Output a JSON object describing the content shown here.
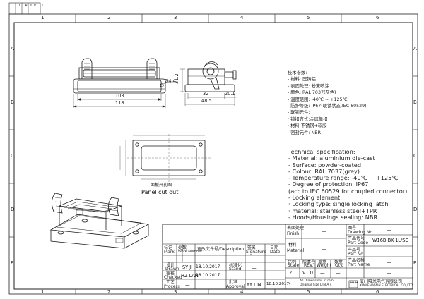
{
  "header_tag": "1.0 Rev 1",
  "zones_top": [
    "1",
    "2",
    "3",
    "4",
    "5",
    "6"
  ],
  "zones_bottom": [
    "1",
    "2",
    "3",
    "4",
    "5",
    "6"
  ],
  "zones_left": [
    "A",
    "B",
    "C",
    "D",
    "E"
  ],
  "zones_right": [
    "A",
    "B",
    "C",
    "D",
    "E"
  ],
  "dimensions": {
    "top_width_inner": "103",
    "top_width_outer": "118",
    "side_height": "31.2",
    "hole_dia": "Ø4.4",
    "side_dim_a": "32",
    "side_dim_b": "20.1",
    "side_dim_c": "48.5"
  },
  "panel_cutout": {
    "label_cn": "面板开孔图",
    "label_en": "Panel cut out"
  },
  "spec_cn": {
    "heading": "技术参数:",
    "lines": [
      "- 材料: 压铸铝",
      "- 表面处理: 粉末喷涂",
      "- 颜色: RAL 7037(灰色)",
      "- 温度范围: -40℃ ~ +125℃",
      "- 防护等级: IP67(联锁状态,IEC 60529)",
      "- 联锁元件:",
      "   · 锁扣方式:金属单扣",
      "   · 材料:不锈钢+软胶",
      "- 密封元件: NBR"
    ]
  },
  "spec_en": {
    "heading": "Technical specification:",
    "lines": [
      "- Material: aluminium die-cast",
      "- Surface: powder-coated",
      "- Colour: RAL 7037(grey)",
      "- Temperature range: -40℃ ~ +125℃",
      "- Degree of protection: IP67",
      "   (acc.to IEC 60529 for coupled connector)",
      "- Locking element:",
      "   · Locking type: single locking latch",
      "   · material: stainless steel+TPR",
      "- Hoods/Housings sealing: NBR"
    ]
  },
  "title_block": {
    "finish_cn": "表面处理",
    "finish_en": "Finish",
    "finish_val": "—",
    "material_cn": "材料",
    "material_en": "Material",
    "material_val": "—",
    "drawing_no_cn": "图号",
    "drawing_no_en": "Drawing No.",
    "drawing_no_val": "—",
    "part_code_cn": "产品代号",
    "part_code_en": "Part Code",
    "part_code_val": "W16B-BK-1L/SC",
    "part_no_cn": "产品号",
    "part_no_en": "Part No.",
    "part_no_val": "—",
    "part_name_cn": "产品名称",
    "part_name_en": "Part Name",
    "part_name_val": "—",
    "scale_cn": "比例",
    "scale_en": "Scale",
    "scale_val": "2:1",
    "rev_cn": "版本号",
    "rev_en": "REV.",
    "rev_val": "V1.0",
    "weight_cn": "重量",
    "weight_en": "Weight",
    "weight_val": "—",
    "qty_cn": "数量",
    "qty_en": "Qty.",
    "qty_val": "—",
    "mark_cn": "标记",
    "mark_en": "Mark",
    "work_no_cn": "处数",
    "work_no_en": "Work Number",
    "change_cn": "更改文件号/Description",
    "sign_cn": "签名",
    "sign_en": "Signature",
    "date_cn": "日期",
    "date_en": "Date",
    "drawn_cn": "设计",
    "drawn_en": "Drawn",
    "drawn_name": "SY JI",
    "drawn_date": "18.10.2017",
    "checked_cn": "审核",
    "checked_en": "Checked",
    "checked_name": "HZ LAN",
    "checked_date": "18.10.2017",
    "process_cn": "工艺",
    "process_en": "Process",
    "process_name": "—",
    "stand_cn": "标准化",
    "stand_en": "Stand",
    "stand_val": "—",
    "approval_cn": "批准",
    "approval_en": "Approval",
    "approval_name": "YY LIN",
    "approval_date": "18.10.2017",
    "units_line1": "All Dimensions in mm",
    "units_line2": "Original Size DIN A 4",
    "company_cn": "厦门唯恩电气有限公司",
    "company_en": "XIAMEN WAIN ELECTRICAL CO.,LTD.",
    "logo_text": "WAIN"
  },
  "colors": {
    "line": "#1a1a1a",
    "hatch": "#444444",
    "paper": "#ffffff"
  }
}
